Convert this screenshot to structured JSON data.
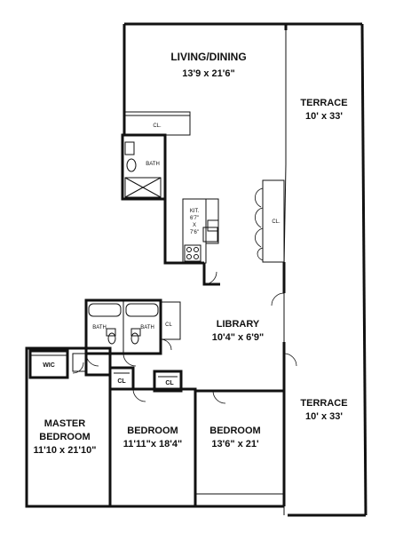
{
  "rooms": {
    "living_dining": {
      "name": "LIVING/DINING",
      "dims": "13'9 x 21'6\""
    },
    "terrace_top": {
      "name": "TERRACE",
      "dims": "10' x 33'"
    },
    "terrace_bottom": {
      "name": "TERRACE",
      "dims": "10' x 33'"
    },
    "library": {
      "name": "LIBRARY",
      "dims": "10'4\" x 6'9\""
    },
    "master_bedroom": {
      "name_line1": "MASTER",
      "name_line2": "BEDROOM",
      "dims": "11'10 x 21'10\""
    },
    "bedroom_middle": {
      "name": "BEDROOM",
      "dims": "11'11\"x 18'4\""
    },
    "bedroom_right": {
      "name": "BEDROOM",
      "dims": "13'6\" x 21'"
    },
    "kitchen": {
      "name": "KIT.",
      "dims_line1": "6'7\"",
      "dims_line2": "X",
      "dims_line3": "7'6\""
    }
  },
  "labels": {
    "bath_top": "BATH",
    "bath_left": "BATH",
    "bath_right": "BATH",
    "closet_living": "CL.",
    "closet_terrace": "CL.",
    "closet_hall": "CL",
    "closet_bed1": "CL",
    "closet_bed2": "CL",
    "wic": "WIC"
  }
}
